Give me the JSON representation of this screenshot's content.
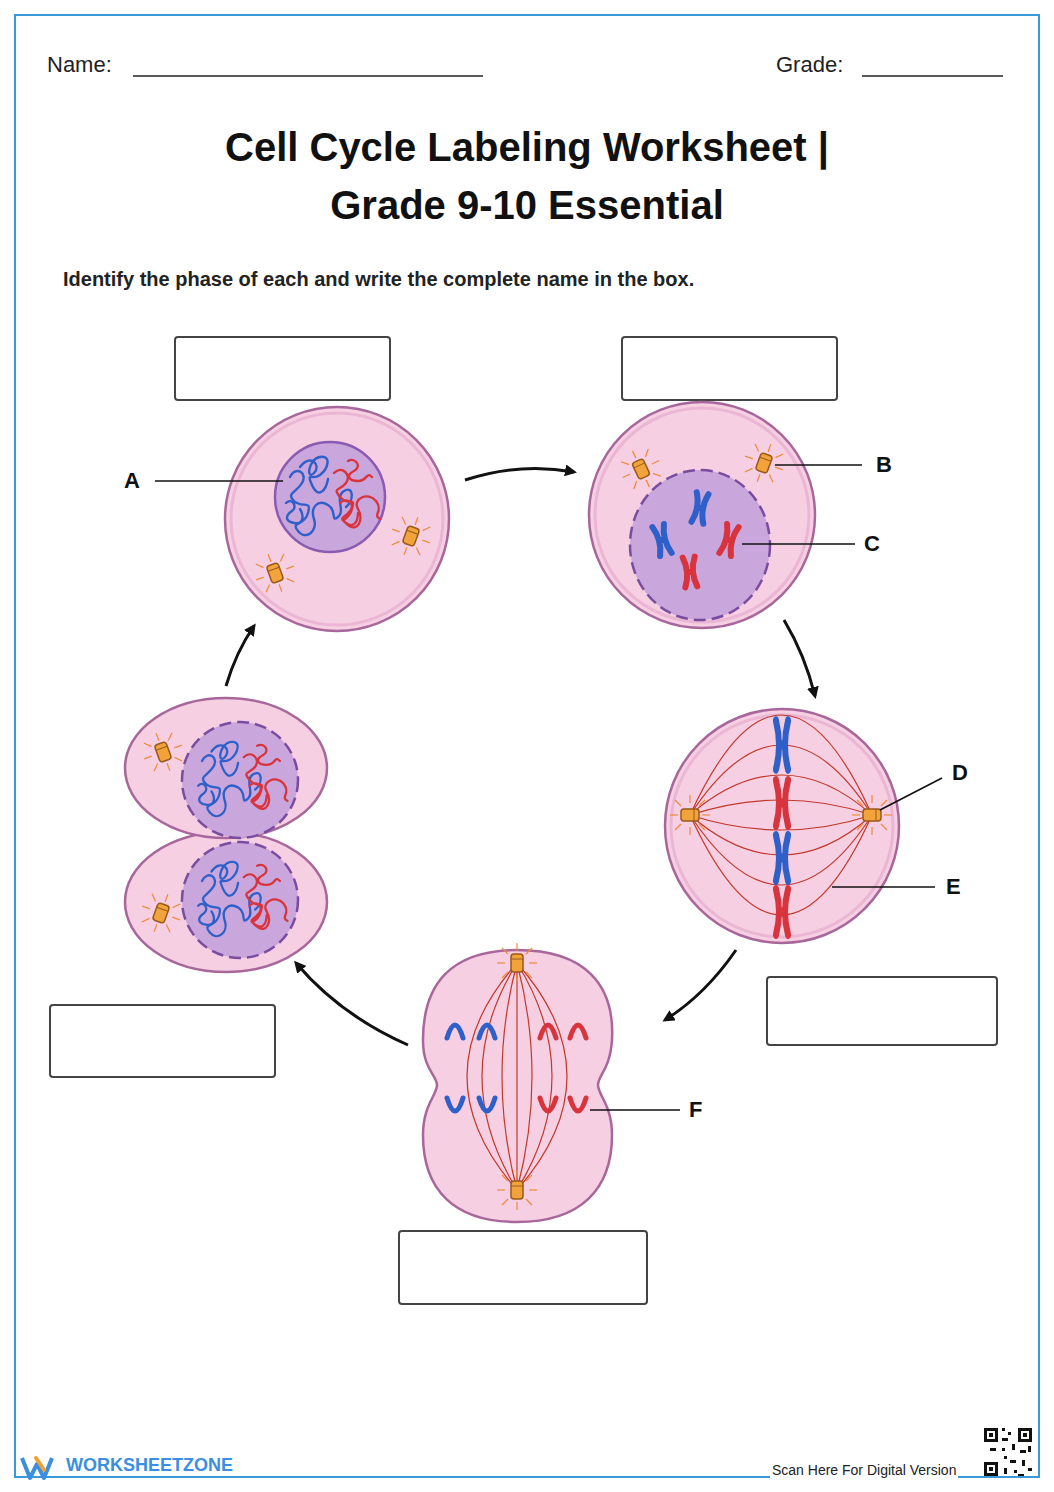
{
  "diagram": {
    "title": "Cell Cycle Labeling Worksheet | Grade 9-10 Essential",
    "labels": [
      "Name:",
      "Grade:",
      "Identify the phase of each and write the complete name in the box.",
      "A",
      "B",
      "C",
      "D",
      "E",
      "F",
      "WORKSHEETZONE",
      "Scan Here For Digital Version"
    ]
  }
}
